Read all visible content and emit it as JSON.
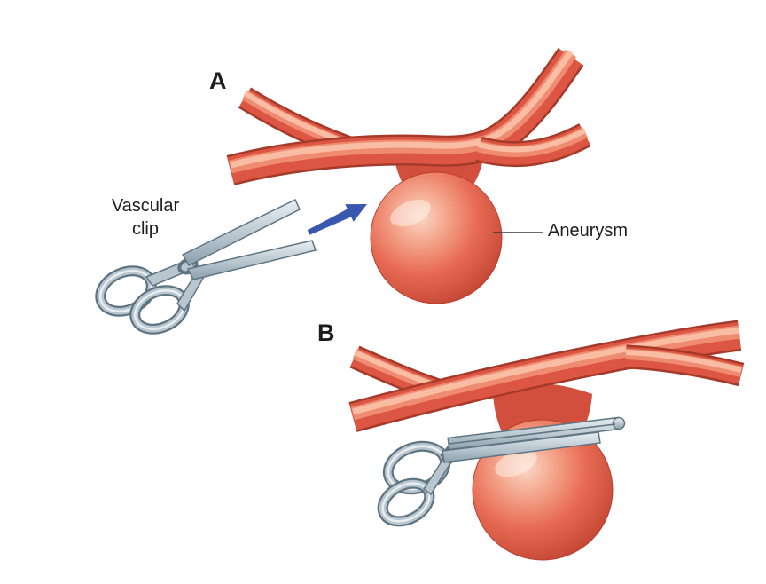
{
  "labels": {
    "panel_a": "A",
    "panel_b": "B",
    "vascular_clip": "Vascular\nclip",
    "aneurysm": "Aneurysm"
  },
  "icons": {
    "direction_arrow": "blue-arrow-toward-aneurysm-neck"
  },
  "colors": {
    "background": "#ffffff",
    "text": "#1d1d1f",
    "vessel_outline": "#a63a2a",
    "vessel_body": "#dc5643",
    "vessel_highlight": "#ef8e74",
    "vessel_core_highlight": "#f9c2aa",
    "aneurysm_center": "#fbd9c8",
    "aneurysm_mid": "#e86c54",
    "aneurysm_edge": "#b93d2c",
    "aneurysm_neck": "#d14f3c",
    "clip_edge": "#5f7482",
    "clip_light": "#e7eef2",
    "clip_mid": "#b9c6cf",
    "arrow_blue": "#3a57b0",
    "leader_line": "#3a3a3a"
  }
}
